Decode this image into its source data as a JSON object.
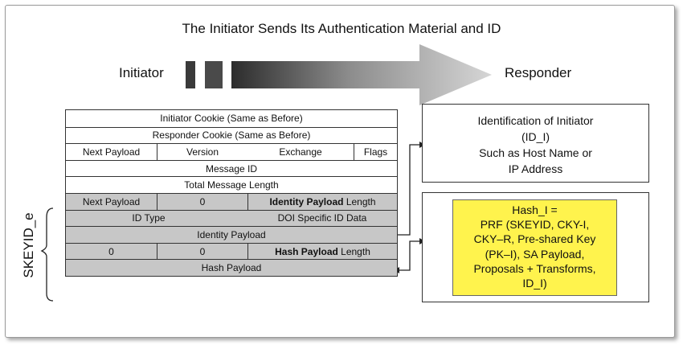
{
  "title": "The Initiator Sends Its Authentication Material and ID",
  "initiator_label": "Initiator",
  "responder_label": "Responder",
  "header": {
    "initiator_cookie": "Initiator Cookie (Same as Before)",
    "responder_cookie": "Responder Cookie (Same as Before)",
    "next_payload": "Next Payload",
    "version": "Version",
    "exchange": "Exchange",
    "flags": "Flags",
    "message_id": "Message ID",
    "total_length": "Total Message Length"
  },
  "identity_payload": {
    "next_payload": "Next Payload",
    "zero": "0",
    "length_bold": "Identity Payload",
    "length_suffix": " Length",
    "id_type": "ID Type",
    "doi_data": "DOI Specific ID Data",
    "payload": "Identity Payload"
  },
  "hash_payload": {
    "zero1": "0",
    "zero2": "0",
    "length_bold": "Hash Payload",
    "length_suffix": " Length",
    "payload": "Hash Payload"
  },
  "skeyid_label": "SKEYID_e",
  "identification_box": {
    "lines": [
      "Identification of Initiator",
      "(ID_I)",
      "Such as Host Name or",
      "IP Address"
    ]
  },
  "hash_box": {
    "lines": [
      "Hash_I =",
      "PRF (SKEYID, CKY-I,",
      "CKY–R, Pre-shared Key",
      "(PK–I), SA Payload,",
      "Proposals + Transforms,",
      "ID_I)"
    ],
    "color": "#fff34d"
  }
}
